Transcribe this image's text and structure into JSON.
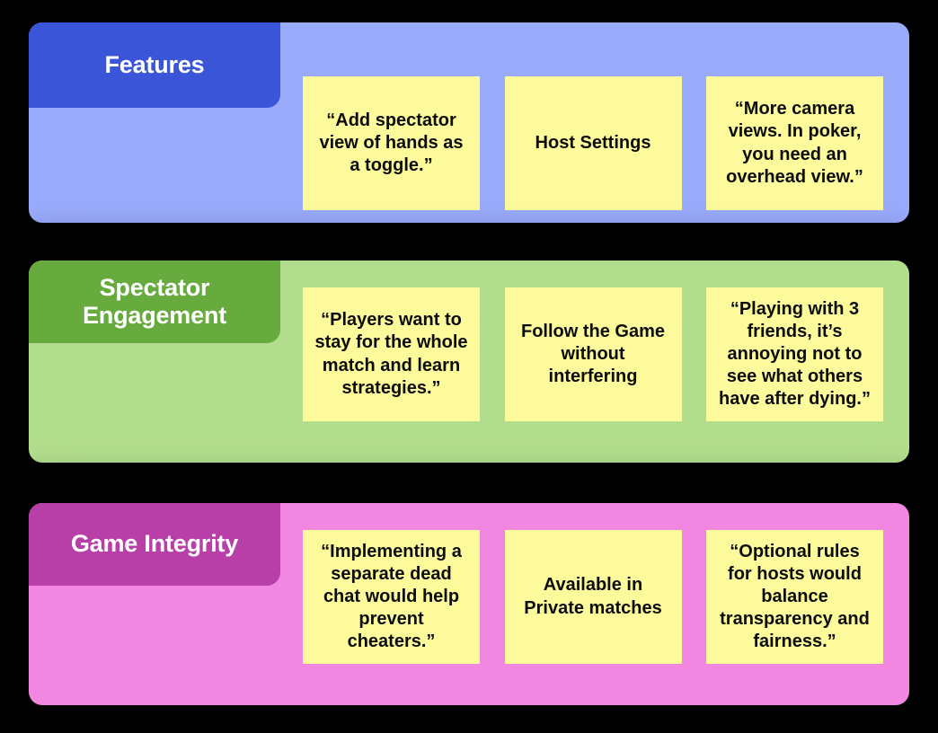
{
  "board": {
    "background_color": "#000000",
    "note_color": "#fcfa9b",
    "note_text_color": "#0d0d0d",
    "header_text_color": "#ffffff"
  },
  "rows": [
    {
      "category": "Features",
      "tab_color": "#3b55d9",
      "panel_color": "#9aabfc",
      "notes": [
        {
          "text": "“Add spectator view of hands as a toggle.”"
        },
        {
          "text": "Host Settings"
        },
        {
          "text": "“More camera views. In poker, you need an overhead view.”"
        }
      ]
    },
    {
      "category": "Spectator Engagement",
      "tab_color": "#67ab3e",
      "panel_color": "#b2dd8c",
      "notes": [
        {
          "text": "“Players want to stay for the whole match and learn strategies.”"
        },
        {
          "text": "Follow the Game without interfering"
        },
        {
          "text": "“Playing with 3 friends, it’s annoying not to see what others have after dying.”"
        }
      ]
    },
    {
      "category": "Game Integrity",
      "tab_color": "#b93fa8",
      "panel_color": "#f287e1",
      "notes": [
        {
          "text": "“Implementing a separate dead chat would help prevent cheaters.”"
        },
        {
          "text": "Available in Private matches"
        },
        {
          "text": "“Optional rules for hosts would balance transparency and fairness.”"
        }
      ]
    }
  ]
}
